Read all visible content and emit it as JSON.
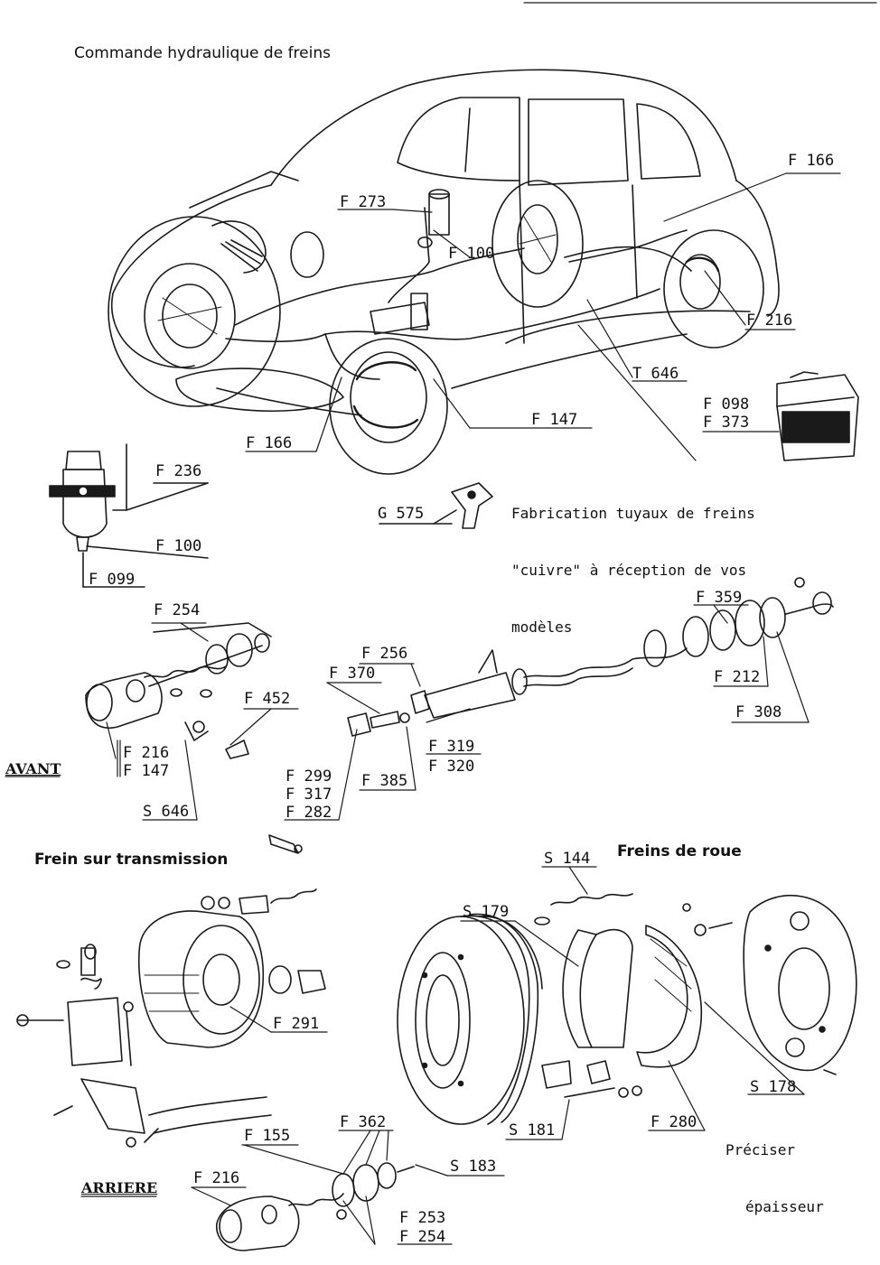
{
  "page_title": "Commande hydraulique de freins",
  "section_titles": {
    "transmission": "Frein sur transmission",
    "wheel": "Freins de roue"
  },
  "side_labels": {
    "front": "AVANT",
    "rear": "ARRIERE"
  },
  "note_copper_pipes": {
    "line1": "Fabrication tuyaux de freins",
    "line2": "\"cuivre\" à réception de vos",
    "line3": "modèles"
  },
  "note_thickness": {
    "line1": "Préciser",
    "line2": "épaisseur"
  },
  "part_refs": {
    "f166_top": "F 166",
    "f273": "F 273",
    "f100_car": "F 100",
    "f216_car": "F 216",
    "t646": "T 646",
    "f147_car": "F 147",
    "f098": "F 098",
    "f373": "F 373",
    "f166_bottom": "F 166",
    "f236": "F 236",
    "f100_reservoir": "F 100",
    "f099": "F 099",
    "g575": "G 575",
    "f254_front": "F 254",
    "f452": "F 452",
    "f216_front": "F 216",
    "f147_front": "F 147",
    "s646": "S 646",
    "f256": "F 256",
    "f370": "F 370",
    "f299": "F 299",
    "f317": "F 317",
    "f282": "F 282",
    "f385": "F 385",
    "f319": "F 319",
    "f320": "F 320",
    "f359": "F 359",
    "f212": "F 212",
    "f308": "F 308",
    "s144": "S 144",
    "s179": "S 179",
    "f291": "F 291",
    "s178": "S 178",
    "s181": "S 181",
    "f280": "F 280",
    "f155": "F 155",
    "f362": "F 362",
    "s183": "S 183",
    "f216_rear": "F 216",
    "f253": "F 253",
    "f254_rear": "F 254"
  },
  "icons": [
    "car-illustration-icon",
    "brake-fluid-can-icon",
    "reservoir-icon",
    "master-cylinder-icon",
    "wheel-cylinder-icon",
    "brake-drum-icon",
    "brake-shoe-icon",
    "backing-plate-icon",
    "transmission-brake-icon",
    "pipe-fitting-icon"
  ]
}
